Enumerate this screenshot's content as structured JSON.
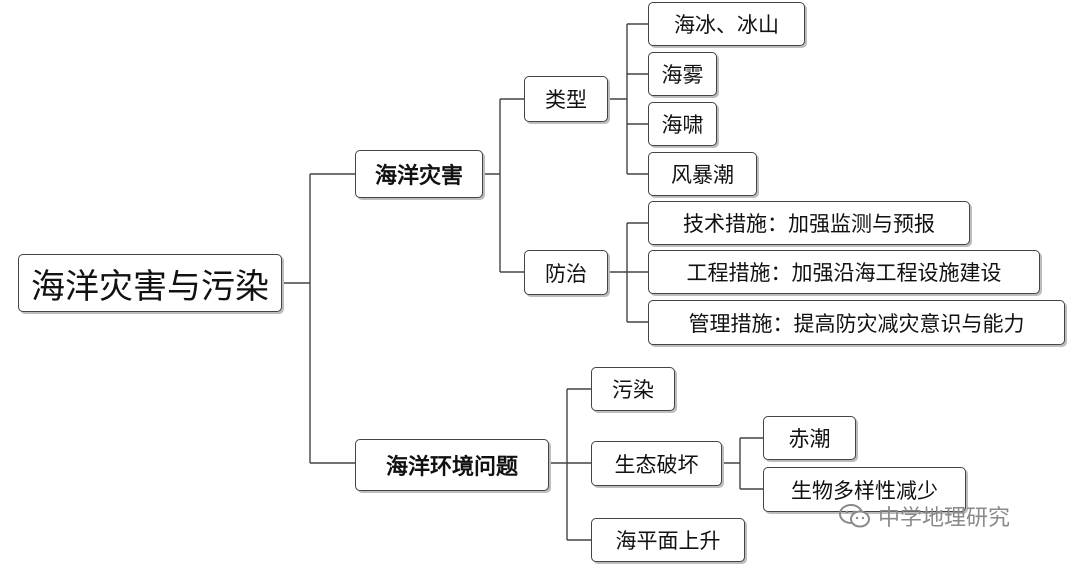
{
  "root": "海洋灾害与污染",
  "branches": {
    "disaster": {
      "label": "海洋灾害",
      "types": {
        "label": "类型",
        "items": [
          "海冰、冰山",
          "海雾",
          "海啸",
          "风暴潮"
        ]
      },
      "prevention": {
        "label": "防治",
        "items": [
          "技术措施：加强监测与预报",
          "工程措施：加强沿海工程设施建设",
          "管理措施：提高防灾减灾意识与能力"
        ]
      }
    },
    "environment": {
      "label": "海洋环境问题",
      "pollution": "污染",
      "eco": {
        "label": "生态破坏",
        "items": [
          "赤潮",
          "生物多样性减少"
        ]
      },
      "sea_level": "海平面上升"
    }
  },
  "watermark": "中学地理研究",
  "colors": {
    "line": "#444444",
    "border": "#444444",
    "shadow": "#bdbdbd",
    "watermark": "#8a8a8a"
  }
}
